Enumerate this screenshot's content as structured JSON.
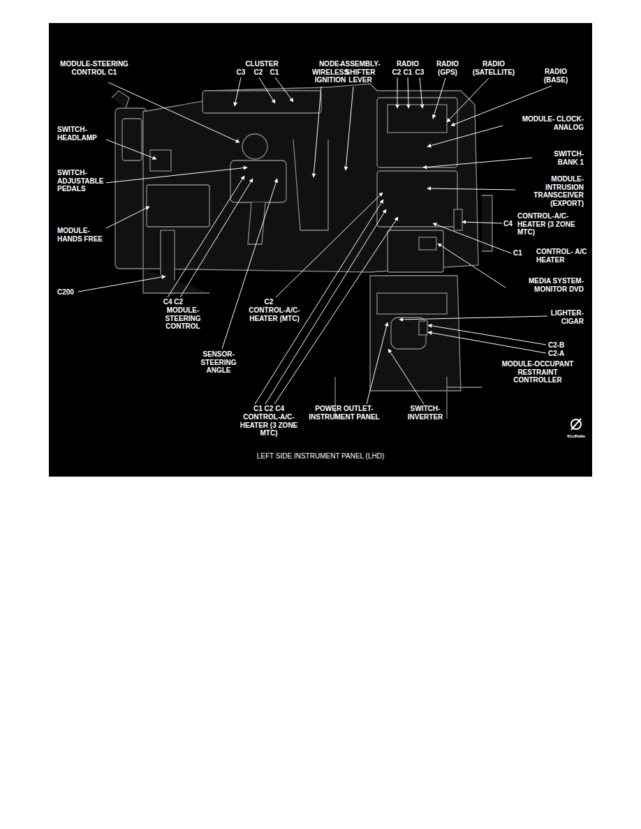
{
  "diagram": {
    "caption": "LEFT SIDE INSTRUMENT PANEL (LHD)",
    "labels": [
      "MODULE-STEERING CONTROL C1",
      "CLUSTER",
      "C3",
      "C2",
      "C1",
      "NODE- WIRELESS IGNITION",
      "ASSEMBLY- SHIFTER LEVER",
      "RADIO",
      "C2",
      "C1",
      "C3",
      "RADIO (GPS)",
      "RADIO (SATELLITE)",
      "RADIO (BASE)",
      "SWITCH- HEADLAMP",
      "MODULE- CLOCK-ANALOG",
      "SWITCH- BANK 1",
      "SWITCH- ADJUSTABLE PEDALS",
      "MODULE- INTRUSION TRANSCEIVER (EXPORT)",
      "CONTROL-A/C- HEATER (3 ZONE MTC)",
      "C4",
      "MODULE- HANDS FREE",
      "C1",
      "CONTROL- A/C HEATER",
      "MEDIA SYSTEM- MONITOR DVD",
      "C200",
      "C4 C2",
      "MODULE- STEERING CONTROL",
      "C2",
      "CONTROL-A/C- HEATER (MTC)",
      "LIGHTER- CIGAR",
      "C2-B",
      "C2-A",
      "MODULE-OCCUPANT RESTRAINT CONTROLLER",
      "SENSOR- STEERING ANGLE",
      "C1 C2 C4",
      "CONTROL-A/C- HEATER (3 ZONE MTC)",
      "POWER OUTLET- INSTRUMENT PANEL",
      "SWITCH- INVERTER",
      "81c8fa9a"
    ]
  }
}
